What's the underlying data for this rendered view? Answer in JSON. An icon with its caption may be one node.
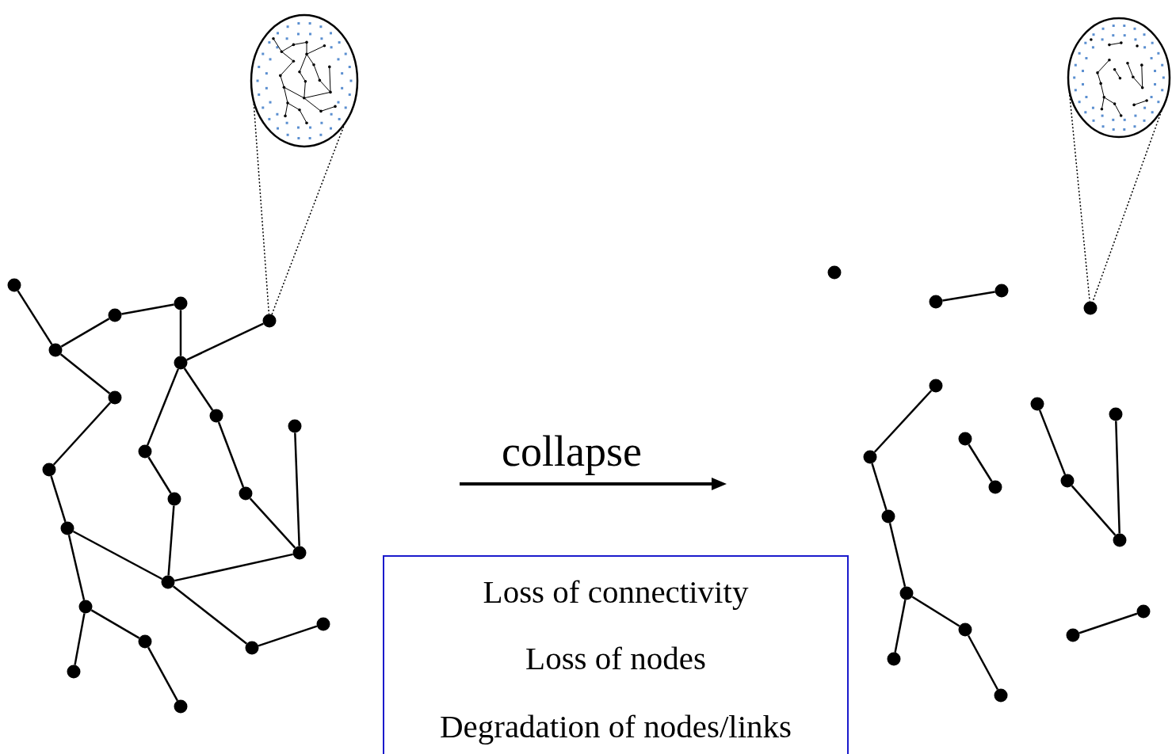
{
  "diagram": {
    "nodes": [
      {
        "text": [],
        "shape": "picture"
      },
      {
        "text": [],
        "shape": "circle"
      },
      {
        "text": [],
        "shape": "circle"
      },
      {
        "text": [],
        "shape": "circle"
      },
      {
        "text": [],
        "shape": "circle"
      },
      {
        "text": [],
        "shape": "circle"
      },
      {
        "text": [],
        "shape": "circle"
      },
      {
        "text": [],
        "shape": "circle"
      },
      {
        "text": [],
        "shape": "circle"
      },
      {
        "text": [],
        "shape": "circle"
      },
      {
        "text": [],
        "shape": "circle"
      },
      {
        "text": [],
        "shape": "circle"
      },
      {
        "text": [],
        "shape": "circle"
      },
      {
        "text": [],
        "shape": "circle"
      },
      {
        "text": [],
        "shape": "circle"
      },
      {
        "text": [],
        "shape": "circle"
      },
      {
        "text": [],
        "shape": "circle"
      },
      {
        "text": [],
        "shape": "circle"
      },
      {
        "text": [],
        "shape": "circle"
      },
      {
        "text": [],
        "shape": "circle"
      },
      {
        "text": [],
        "shape": "circle"
      },
      {
        "text": [],
        "shape": "circle"
      },
      {
        "text": [],
        "shape": "circle"
      },
      {
        "text": [
          "Loss of connectivity",
          "Loss of nodes",
          "Degradation of nodes/links"
        ]
      },
      {
        "text": [],
        "shape": "picture"
      },
      {
        "text": [],
        "shape": "circle"
      },
      {
        "text": [],
        "shape": "circle"
      },
      {
        "text": [],
        "shape": "circle"
      },
      {
        "text": [],
        "shape": "circle"
      },
      {
        "text": [],
        "shape": "circle"
      },
      {
        "text": [],
        "shape": "circle"
      },
      {
        "text": [],
        "shape": "circle"
      },
      {
        "text": [],
        "shape": "circle"
      },
      {
        "text": [],
        "shape": "circle"
      },
      {
        "text": [],
        "shape": "circle"
      },
      {
        "text": [],
        "shape": "circle"
      },
      {
        "text": [],
        "shape": "circle"
      },
      {
        "text": [],
        "shape": "circle"
      },
      {
        "text": [],
        "shape": "circle"
      },
      {
        "text": [],
        "shape": "circle"
      },
      {
        "text": [],
        "shape": "circle"
      },
      {
        "text": [],
        "shape": "circle"
      },
      {
        "text": [],
        "shape": "circle"
      },
      {
        "text": [],
        "shape": "circle"
      }
    ],
    "edges": [
      {
        "from": 1,
        "to": 2,
        "arrow": "none"
      },
      {
        "from": 2,
        "to": 3,
        "arrow": "none"
      },
      {
        "from": 3,
        "to": 4,
        "arrow": "none"
      },
      {
        "from": 4,
        "to": 6,
        "arrow": "none"
      },
      {
        "from": 6,
        "to": 5,
        "arrow": "none"
      },
      {
        "from": 2,
        "to": 7,
        "arrow": "none"
      },
      {
        "from": 7,
        "to": 11,
        "arrow": "none"
      },
      {
        "from": 11,
        "to": 14,
        "arrow": "none"
      },
      {
        "from": 14,
        "to": 16,
        "arrow": "none"
      },
      {
        "from": 6,
        "to": 10,
        "arrow": "none"
      },
      {
        "from": 10,
        "to": 13,
        "arrow": "none"
      },
      {
        "from": 13,
        "to": 16,
        "arrow": "none"
      },
      {
        "from": 6,
        "to": 8,
        "arrow": "none"
      },
      {
        "from": 8,
        "to": 12,
        "arrow": "none"
      },
      {
        "from": 12,
        "to": 15,
        "arrow": "none"
      },
      {
        "from": 9,
        "to": 15,
        "arrow": "none"
      },
      {
        "from": 15,
        "to": 16,
        "arrow": "none"
      },
      {
        "from": 16,
        "to": 20,
        "arrow": "none"
      },
      {
        "from": 20,
        "to": 19,
        "arrow": "none"
      },
      {
        "from": 14,
        "to": 17,
        "arrow": "none"
      },
      {
        "from": 17,
        "to": 21,
        "arrow": "none"
      },
      {
        "from": 17,
        "to": 18,
        "arrow": "none"
      },
      {
        "from": 18,
        "to": 22,
        "arrow": "none"
      },
      {
        "from": 0,
        "to": 5,
        "arrow": "none",
        "style": "dashed"
      },
      {
        "from": 0,
        "to": 5,
        "arrow": "none",
        "style": "dashed"
      },
      {
        "from": 26,
        "to": 27,
        "arrow": "none"
      },
      {
        "from": 29,
        "to": 33,
        "arrow": "none"
      },
      {
        "from": 33,
        "to": 36,
        "arrow": "none"
      },
      {
        "from": 36,
        "to": 38,
        "arrow": "none"
      },
      {
        "from": 38,
        "to": 42,
        "arrow": "none"
      },
      {
        "from": 38,
        "to": 40,
        "arrow": "none"
      },
      {
        "from": 40,
        "to": 43,
        "arrow": "none"
      },
      {
        "from": 32,
        "to": 35,
        "arrow": "none"
      },
      {
        "from": 30,
        "to": 34,
        "arrow": "none"
      },
      {
        "from": 34,
        "to": 37,
        "arrow": "none"
      },
      {
        "from": 31,
        "to": 37,
        "arrow": "none"
      },
      {
        "from": 41,
        "to": 39,
        "arrow": "none"
      },
      {
        "from": 24,
        "to": 28,
        "arrow": "none",
        "style": "dashed"
      },
      {
        "from": 24,
        "to": 28,
        "arrow": "none",
        "style": "dashed"
      }
    ],
    "labels": [
      "collapse"
    ]
  }
}
